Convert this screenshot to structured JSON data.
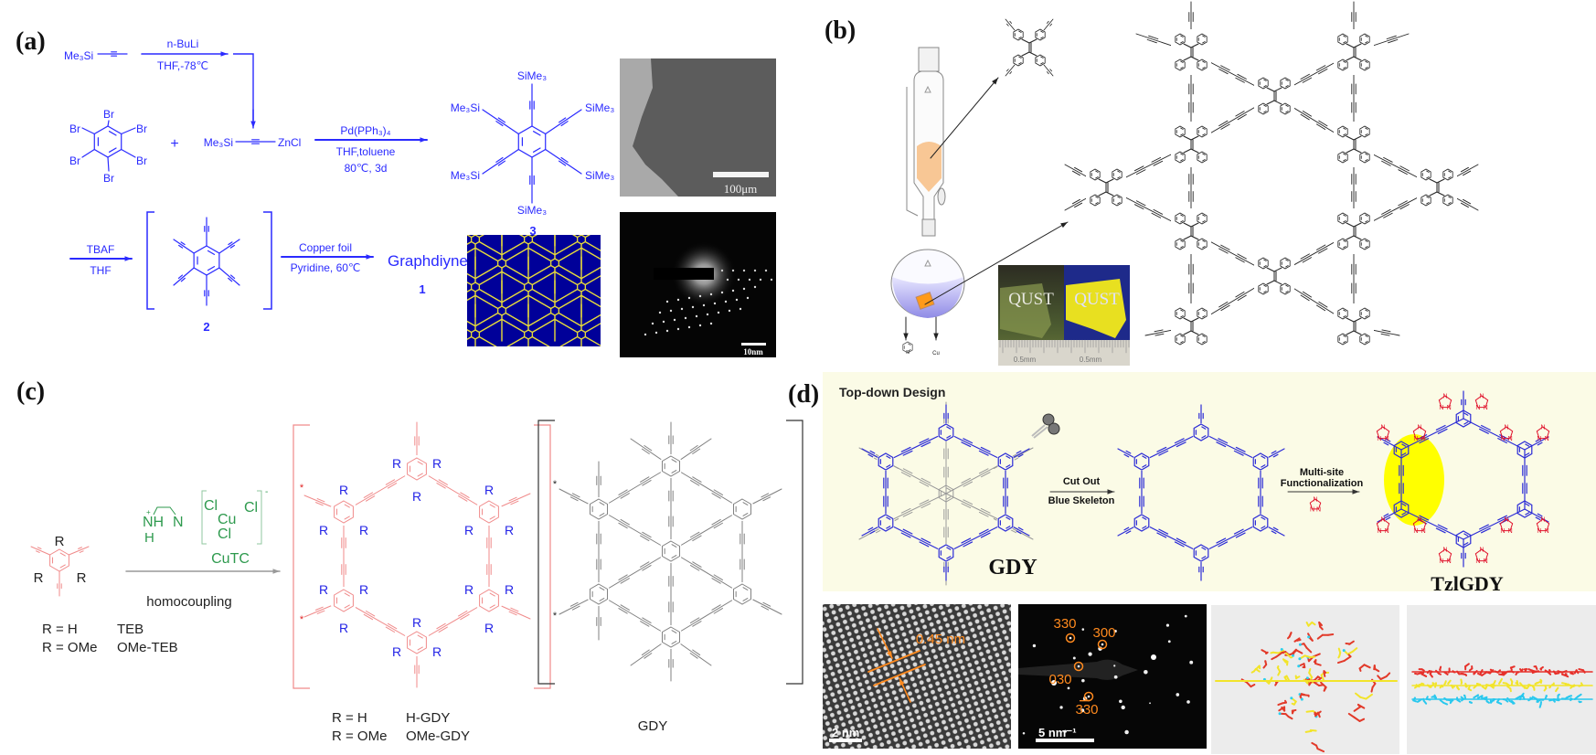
{
  "colors": {
    "scheme_blue": "#2a2aff",
    "gdy_red": "#f08a8a",
    "substituent_blue": "#2424e6",
    "reagent_green": "#2e9a4e",
    "lattice_gray": "#808080",
    "design_blue": "#2b2bd6",
    "triazole_red": "#e0102a",
    "highlight_yellow": "#ffff00",
    "design_background": "#fbfbe6",
    "annotation_orange": "#ff8a1e"
  },
  "panels": {
    "a": {
      "label": "(a)",
      "start_reagent": "Me₃Si",
      "step1_top": "n-BuLi",
      "step1_bottom": "THF,-78℃",
      "bromine": "Br",
      "plus": "+",
      "zinc_left": "Me₃Si",
      "zinc_right": "ZnCl",
      "step2_top": "Pd(PPh₃)₄",
      "step2_mid": "THF,toluene",
      "step2_bottom": "80℃, 3d",
      "tms_right": "SiMe₃",
      "tms_left": "Me₃Si",
      "compound3": "3",
      "sem_scale": "100μm",
      "step3_top": "TBAF",
      "step3_bottom": "THF",
      "compound2": "2",
      "step4_top": "Copper foil",
      "step4_bottom": "Pyridine, 60℃",
      "product": "Graphdiyne",
      "compound1": "1",
      "saed_scale": "10nm"
    },
    "b": {
      "label": "(b)",
      "photo_text": "QUST",
      "ruler_label": "0.5mm",
      "pyridine_n": "N",
      "cu_label": "Cu"
    },
    "c": {
      "label": "(c)",
      "substituent": "R",
      "reagent_nh": "NH",
      "reagent_h": "H",
      "reagent_n": "N",
      "reagent_plus": "+",
      "reagent_cl": "Cl",
      "reagent_cu": "Cu",
      "reagent_charge": "-",
      "catalyst": "CuTC",
      "reaction": "homocoupling",
      "monomer_rows": [
        {
          "r": "R = H",
          "name": "TEB"
        },
        {
          "r": "R = OMe",
          "name": "OMe-TEB"
        }
      ],
      "polymer_rows": [
        {
          "r": "R = H",
          "name": "H-GDY"
        },
        {
          "r": "R = OMe",
          "name": "OMe-GDY"
        }
      ],
      "star": "*",
      "gdy_label": "GDY"
    },
    "d": {
      "label": "(d)",
      "title": "Top-down Design",
      "gdy_label": "GDY",
      "step1_top": "Cut Out",
      "step1_bottom": "Blue Skeleton",
      "step2_top": "Multi-site",
      "step2_bottom": "Functionalization",
      "product_label": "TzlGDY",
      "triazole_n": "N",
      "lattice_spacing": "0.45 nm",
      "hrtem_scale": "2 nm",
      "saed_spots": [
        "330",
        "300",
        "030",
        "330"
      ],
      "saed_scale": "5 nm⁻¹"
    }
  }
}
